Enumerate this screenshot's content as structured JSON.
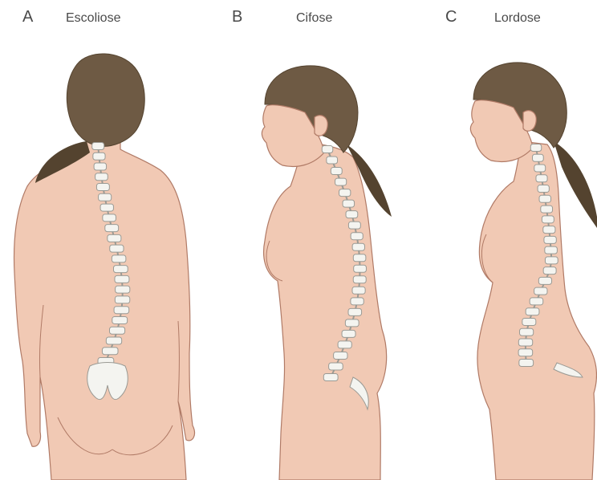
{
  "panels": [
    {
      "letter": "A",
      "title": "Escoliose"
    },
    {
      "letter": "B",
      "title": "Cifose"
    },
    {
      "letter": "C",
      "title": "Lordose"
    }
  ],
  "colors": {
    "skin": "#f1c9b4",
    "skin_shadow": "#e3aa92",
    "skin_outline": "#b07a66",
    "hair": "#6e5a44",
    "hair_dark": "#54432f",
    "bone": "#f4f4f0",
    "bone_outline": "#9a9a94",
    "label": "#4a4a4a"
  }
}
